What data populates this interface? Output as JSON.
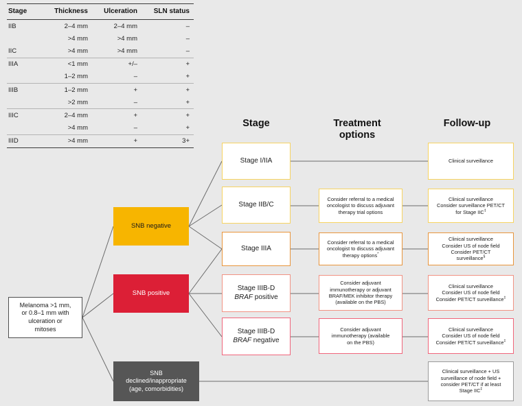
{
  "staging_table": {
    "headers": [
      "Stage",
      "Thickness",
      "Ulceration",
      "SLN status"
    ],
    "rows": [
      {
        "stage": "IIB",
        "thickness": "2–4 mm",
        "ulceration": "2–4 mm",
        "sln": "–",
        "group_start": false
      },
      {
        "stage": "",
        "thickness": ">4 mm",
        "ulceration": ">4 mm",
        "sln": "–",
        "group_start": false
      },
      {
        "stage": "IIC",
        "thickness": ">4 mm",
        "ulceration": ">4 mm",
        "sln": "–",
        "group_start": false
      },
      {
        "stage": "IIIA",
        "thickness": "<1 mm",
        "ulceration": "+/–",
        "sln": "+",
        "group_start": true
      },
      {
        "stage": "",
        "thickness": "1–2 mm",
        "ulceration": "–",
        "sln": "+",
        "group_start": false
      },
      {
        "stage": "IIIB",
        "thickness": "1–2 mm",
        "ulceration": "+",
        "sln": "+",
        "group_start": true
      },
      {
        "stage": "",
        "thickness": ">2 mm",
        "ulceration": "–",
        "sln": "+",
        "group_start": false
      },
      {
        "stage": "IIIC",
        "thickness": "2–4 mm",
        "ulceration": "+",
        "sln": "+",
        "group_start": true
      },
      {
        "stage": "",
        "thickness": ">4 mm",
        "ulceration": "–",
        "sln": "+",
        "group_start": false
      },
      {
        "stage": "IIID",
        "thickness": ">4 mm",
        "ulceration": "+",
        "sln": "3+",
        "group_start": true
      }
    ]
  },
  "flowchart": {
    "column_headers": {
      "stage": "Stage",
      "treatment_line1": "Treatment",
      "treatment_line2": "options",
      "followup": "Follow-up"
    },
    "entry_node": {
      "line1": "Melanoma >1 mm,",
      "line2": "or 0.8–1 mm with",
      "line3": "ulceration or",
      "line4": "mitoses"
    },
    "snb_nodes": {
      "negative": "SNB negative",
      "positive": "SNB positive",
      "declined_line1": "SNB",
      "declined_line2": "declined/inappropriate",
      "declined_line3": "(age, comorbidities)"
    },
    "rows": [
      {
        "stage_label": "Stage I/IIA",
        "stage_label2": "",
        "treatment": [],
        "followup": [
          "Clinical surveillance"
        ],
        "accent": "#F7D360"
      },
      {
        "stage_label": "Stage IIB/C",
        "stage_label2": "",
        "treatment": [
          "Consider referral to a medical",
          "oncologist to discuss adjuvant",
          "therapy trial options"
        ],
        "followup": [
          "Clinical surveillance",
          "Consider surveillance PET/CT",
          "for Stage IIC"
        ],
        "followup_sup": "‡",
        "accent": "#F7D360"
      },
      {
        "stage_label": "Stage  IIIA",
        "stage_label2": "",
        "treatment": [
          "Consider referral to a medical",
          "oncologist to discuss adjuvant",
          "therapy options"
        ],
        "treatment_sup": "*",
        "followup": [
          "Clinical surveillance",
          "Consider US of node field",
          "Consider PET/CT",
          "surveillance"
        ],
        "followup_sup": "§",
        "accent": "#E8943A"
      },
      {
        "stage_label": "Stage IIIB-D",
        "stage_label2": "BRAF positive",
        "treatment": [
          "Consider adjuvant",
          "immunotherapy or adjuvant",
          "BRAF/MEK inhibitor therapy",
          "(available on the PBS)"
        ],
        "followup": [
          "Clinical surveillance",
          "Consider US of node field",
          "Consider PET/CT surveillance"
        ],
        "followup_sup": "‡",
        "accent": "#F19283"
      },
      {
        "stage_label": "Stage IIIB-D",
        "stage_label2": "BRAF negative",
        "treatment": [
          "Consider adjuvant",
          "immunotherapy (available",
          "on the PBS)"
        ],
        "followup": [
          "Clinical surveillance",
          "Consider US of node field",
          "Consider PET/CT surveillance"
        ],
        "followup_sup": "‡",
        "accent": "#F0647A"
      }
    ],
    "declined_followup": [
      "Clinical surveillance + US",
      "surveillance of node field +",
      "consider PET/CT  if at least",
      "Stage IIC"
    ],
    "declined_followup_sup": "‡",
    "colors": {
      "background": "#e9e9e9",
      "snb_negative": "#F7B500",
      "snb_positive": "#DC1F36",
      "snb_declined": "#565656",
      "connector": "#6b6b6b",
      "accent_yellow": "#F7D360",
      "accent_orange": "#E8943A",
      "accent_salmon": "#F19283",
      "accent_pink": "#F0647A"
    }
  }
}
